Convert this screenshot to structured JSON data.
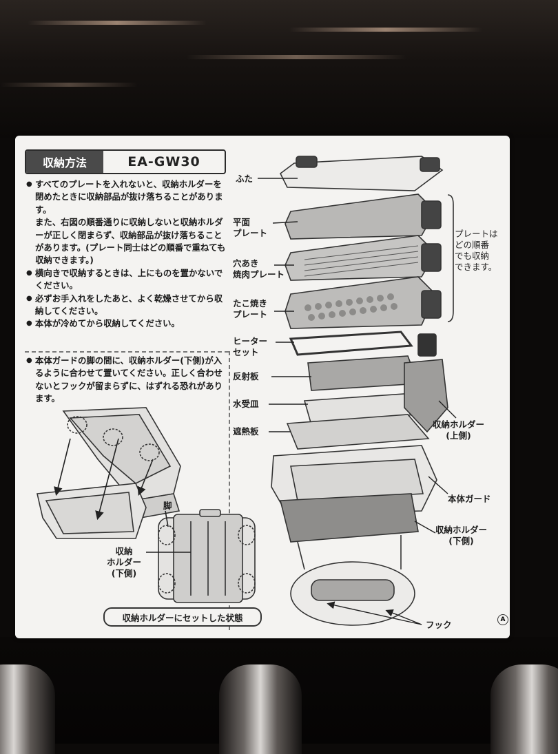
{
  "title_tab": "収納方法",
  "model": "EA-GW30",
  "notes": [
    {
      "text": "すべてのプレートを入れないと、収納ホルダーを閉めたときに収納部品が抜け落ちることがあります。"
    },
    {
      "text": "また、右図の順番通りに収納しないと収納ホルダーが正しく閉まらず、収納部品が抜け落ちることがあります。(プレート同士はどの順番で重ねても収納できます。)"
    },
    {
      "text": "横向きで収納するときは、上にものを置かないでください。"
    },
    {
      "text": "必ずお手入れをしたあと、よく乾燥させてから収納してください。"
    },
    {
      "text": "本体が冷めてから収納してください。"
    }
  ],
  "note2": "本体ガードの脚の間に、収納ホルダー(下側)が入るように合わせて置いてください。正しく合わせないとフックが留まらずに、はずれる恐れがあります。",
  "left_labels": {
    "leg": "脚",
    "holder_bottom_l1": "収納",
    "holder_bottom_l2": "ホルダー",
    "holder_bottom_l3": "(下側)"
  },
  "caption": "収納ホルダーにセットした状態",
  "parts": {
    "lid": "ふた",
    "flat_1": "平面",
    "flat_2": "プレート",
    "holed_1": "穴あき",
    "holed_2": "焼肉プレート",
    "takoyaki_1": "たこ焼き",
    "takoyaki_2": "プレート",
    "heater_1": "ヒーター",
    "heater_2": "セット",
    "reflector": "反射板",
    "water_tray": "水受皿",
    "heat_shield": "遮熱板",
    "holder_top_1": "収納ホルダー",
    "holder_top_2": "(上側)",
    "body_guard": "本体ガード",
    "holder_bot_1": "収納ホルダー",
    "holder_bot_2": "(下側)",
    "hook": "フック"
  },
  "plate_note_1": "プレートは",
  "plate_note_2": "どの順番",
  "plate_note_3": "でも収納",
  "plate_note_4": "できます。",
  "version_mark": "A"
}
